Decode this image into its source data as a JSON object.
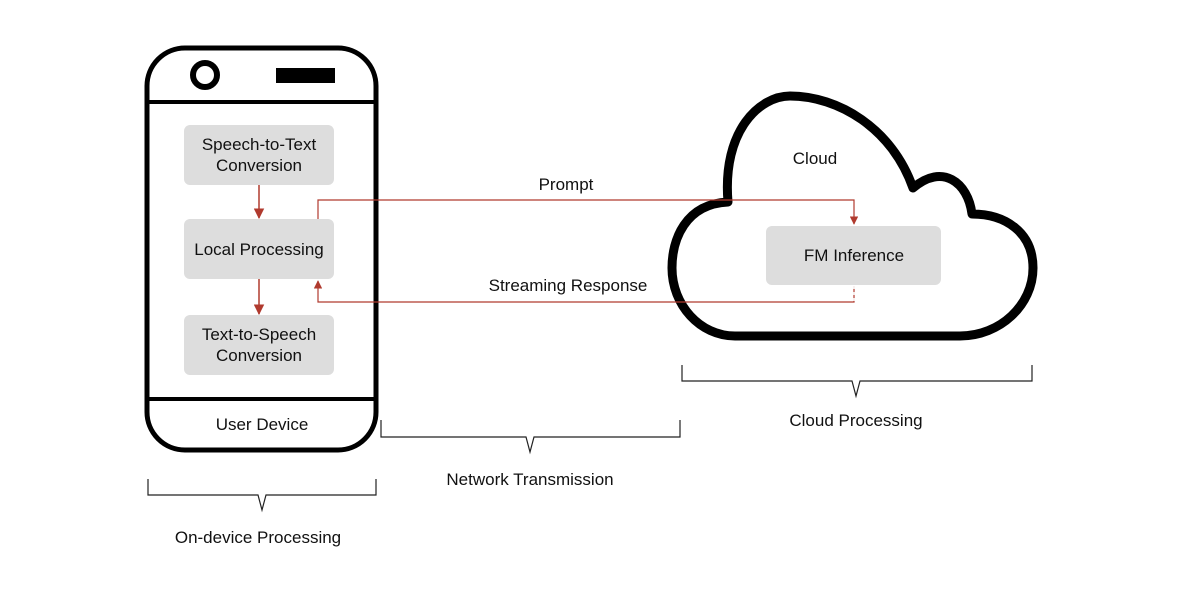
{
  "colors": {
    "outline": "#000000",
    "box_fill": "#dddddd",
    "arrow": "#b03a2e",
    "bracket": "#222222"
  },
  "device": {
    "label": "User Device",
    "camera_icon": "circle-icon",
    "speaker_icon": "bar-icon"
  },
  "boxes": {
    "speech_to_text": [
      "Speech-to-Text",
      "Conversion"
    ],
    "local_processing": "Local Processing",
    "text_to_speech": [
      "Text-to-Speech",
      "Conversion"
    ],
    "fm_inference": "FM Inference"
  },
  "cloud": {
    "label": "Cloud"
  },
  "arrows": {
    "prompt": "Prompt",
    "streaming_response": "Streaming Response"
  },
  "brackets": {
    "on_device": "On-device Processing",
    "network": "Network Transmission",
    "cloud": "Cloud Processing"
  }
}
